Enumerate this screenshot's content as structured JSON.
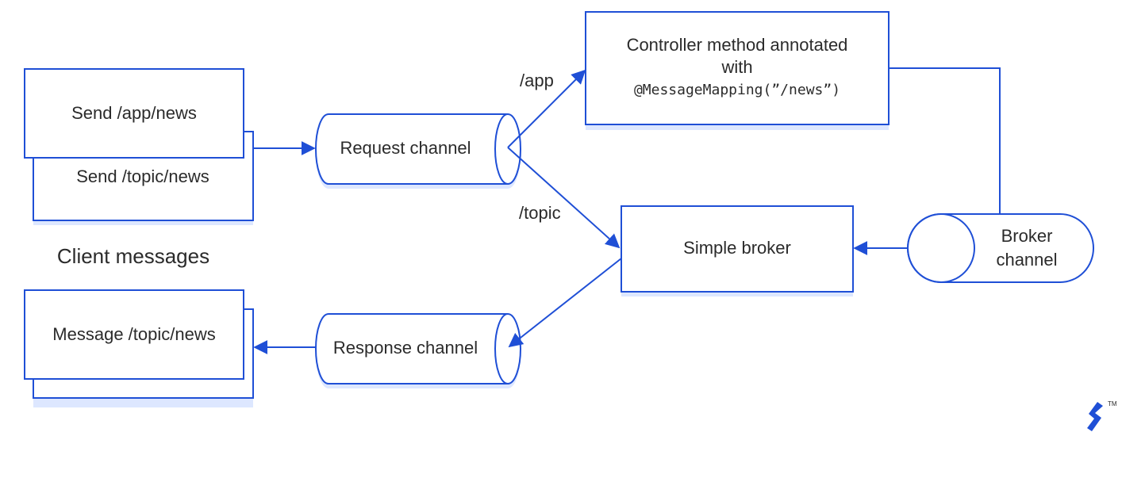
{
  "nodes": {
    "send_topic_news": "Send /topic/news",
    "send_app_news": "Send /app/news",
    "client_messages": "Client messages",
    "message_topic_news": "Message /topic/news",
    "request_channel": "Request channel",
    "response_channel": "Response channel",
    "controller_line1": "Controller method annotated",
    "controller_line2": "with",
    "controller_line3": "@MessageMapping(”/news”)",
    "simple_broker": "Simple broker",
    "broker_channel_line1": "Broker",
    "broker_channel_line2": "channel"
  },
  "edges": {
    "app_label": "/app",
    "topic_label": "/topic"
  },
  "logo": {
    "trademark": "TM"
  },
  "colors": {
    "accent": "#1f4fd6",
    "shadow": "#dde7ff",
    "text": "#2b2b2b"
  }
}
